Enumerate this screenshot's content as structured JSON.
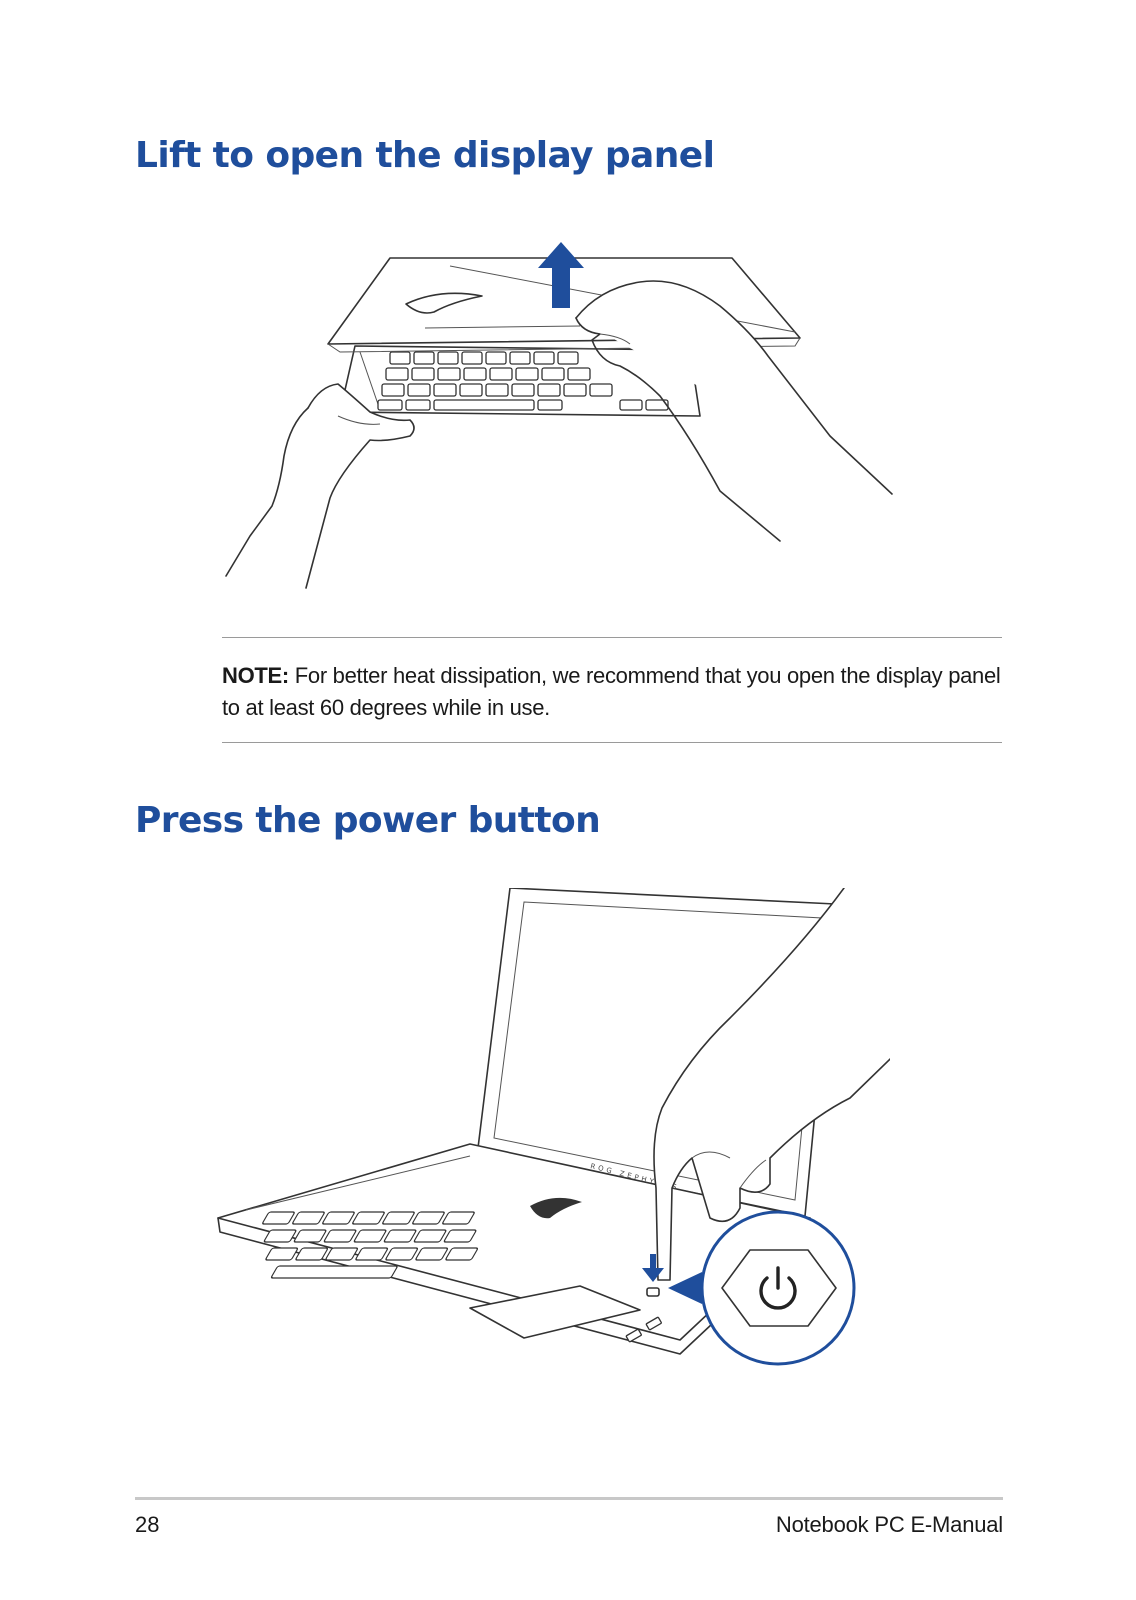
{
  "sections": [
    {
      "heading": "Lift to open the display panel"
    },
    {
      "heading": "Press the power button"
    }
  ],
  "note": {
    "label": "NOTE:",
    "text": " For better heat dissipation, we recommend that you open the display panel to at least 60 degrees while in use."
  },
  "illustration_lid": {
    "logo_text": ""
  },
  "illustration_power": {
    "brand_text": "ROG ZEPHYRUS"
  },
  "colors": {
    "heading": "#1f4e9c",
    "arrow": "#1f4e9c",
    "rule": "#9a9a9a"
  },
  "footer": {
    "page_number": "28",
    "title": "Notebook PC E-Manual"
  }
}
